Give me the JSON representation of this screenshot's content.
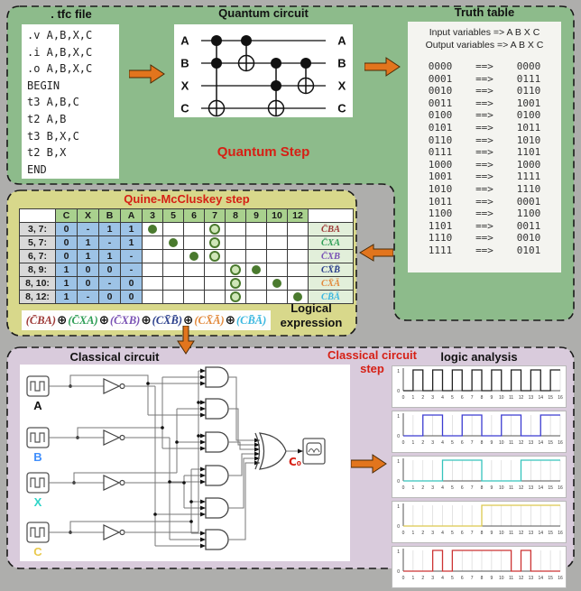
{
  "titles": {
    "tfc": ". tfc file",
    "quantum_circuit": "Quantum circuit",
    "truth_table": "Truth table",
    "quantum_step": "Quantum Step",
    "qm_step": "Quine-McCluskey step",
    "logical_expression_line1": "Logical",
    "logical_expression_line2": "expression",
    "classical_circuit": "Classical circuit",
    "classical_step_line1": "Classical circuit",
    "classical_step_line2": "step",
    "logic_analysis": "logic analysis"
  },
  "tfc_lines": [
    ".v A,B,X,C",
    ".i A,B,X,C",
    ".o A,B,X,C",
    "BEGIN",
    "t3 A,B,C",
    "t2 A,B",
    "t3 B,X,C",
    "t2 B,X",
    "END"
  ],
  "quantum_circuit": {
    "wires": [
      "A",
      "B",
      "X",
      "C"
    ],
    "gates": [
      {
        "controls": [
          0,
          1
        ],
        "target": 3
      },
      {
        "controls": [
          0
        ],
        "target": 1
      },
      {
        "controls": [
          1,
          2
        ],
        "target": 3
      },
      {
        "controls": [
          1
        ],
        "target": 2
      }
    ]
  },
  "truth_table": {
    "input_header": "Input variables => A B X C",
    "output_header": "Output variables => A B X C",
    "arrow": "==>",
    "rows": [
      [
        "0000",
        "0000"
      ],
      [
        "0001",
        "0111"
      ],
      [
        "0010",
        "0110"
      ],
      [
        "0011",
        "1001"
      ],
      [
        "0100",
        "0100"
      ],
      [
        "0101",
        "1011"
      ],
      [
        "0110",
        "1010"
      ],
      [
        "0111",
        "1101"
      ],
      [
        "1000",
        "1000"
      ],
      [
        "1001",
        "1111"
      ],
      [
        "1010",
        "1110"
      ],
      [
        "1011",
        "0001"
      ],
      [
        "1100",
        "1100"
      ],
      [
        "1101",
        "0011"
      ],
      [
        "1110",
        "0010"
      ],
      [
        "1111",
        "0101"
      ]
    ]
  },
  "qm_table": {
    "var_headers": [
      "C",
      "X",
      "B",
      "A"
    ],
    "minterm_headers": [
      "3",
      "5",
      "6",
      "7",
      "8",
      "9",
      "10",
      "12"
    ],
    "rows": [
      {
        "label": "3, 7:",
        "values": [
          "0",
          "-",
          "1",
          "1"
        ],
        "filled": [
          "3"
        ],
        "open": [
          "7"
        ],
        "expr": "C̄BA",
        "color": "#9e3a38"
      },
      {
        "label": "5, 7:",
        "values": [
          "0",
          "1",
          "-",
          "1"
        ],
        "filled": [
          "5"
        ],
        "open": [
          "7"
        ],
        "expr": "C̄XA",
        "color": "#2f9e57"
      },
      {
        "label": "6, 7:",
        "values": [
          "0",
          "1",
          "1",
          "-"
        ],
        "filled": [
          "6"
        ],
        "open": [
          "7"
        ],
        "expr": "C̄XB",
        "color": "#7a52b5"
      },
      {
        "label": "8, 9:",
        "values": [
          "1",
          "0",
          "0",
          "-"
        ],
        "filled": [
          "9"
        ],
        "open": [
          "8"
        ],
        "expr": "CX̄B̄",
        "color": "#2b3f8c"
      },
      {
        "label": "8, 10:",
        "values": [
          "1",
          "0",
          "-",
          "0"
        ],
        "filled": [
          "10"
        ],
        "open": [
          "8"
        ],
        "expr": "CX̄Ā",
        "color": "#e28a3d"
      },
      {
        "label": "8, 12:",
        "values": [
          "1",
          "-",
          "0",
          "0"
        ],
        "filled": [
          "12"
        ],
        "open": [
          "8"
        ],
        "expr": "CB̄Ā",
        "color": "#3bb8e0"
      }
    ]
  },
  "expression": {
    "operator": "⊕",
    "terms": [
      {
        "text": "(C̄BA)",
        "color": "#9e3a38"
      },
      {
        "text": "(C̄XA)",
        "color": "#2f9e57"
      },
      {
        "text": "(C̄XB)",
        "color": "#7a52b5"
      },
      {
        "text": "(CX̄B̄)",
        "color": "#2b3f8c"
      },
      {
        "text": "(CX̄Ā)",
        "color": "#e28a3d"
      },
      {
        "text": "(CB̄Ā)",
        "color": "#3bb8e0"
      }
    ]
  },
  "classical_inputs": [
    {
      "name": "A",
      "color": "#111111"
    },
    {
      "name": "B",
      "color": "#3f8efc"
    },
    {
      "name": "X",
      "color": "#2fd5c8"
    },
    {
      "name": "C",
      "color": "#e9c94d"
    }
  ],
  "classical_output_label": "C₀",
  "logic_analysis": {
    "xticks": [
      "0",
      "1",
      "2",
      "3",
      "4",
      "5",
      "6",
      "7",
      "8",
      "9",
      "10",
      "11",
      "12",
      "13",
      "14",
      "15",
      "16"
    ],
    "ylabels": [
      "1",
      "0"
    ],
    "signals": [
      {
        "name": "A",
        "color": "#222222",
        "bits": "0101010101010101"
      },
      {
        "name": "B",
        "color": "#3b3bd1",
        "bits": "0011001100110011"
      },
      {
        "name": "X",
        "color": "#35c4bc",
        "bits": "0000111100001111"
      },
      {
        "name": "C",
        "color": "#dcc84e",
        "bits": "0000000011111111"
      },
      {
        "name": "C0",
        "color": "#cc3333",
        "bits": "0001011111101000"
      }
    ]
  },
  "colors": {
    "quantum_region": "#8dbb8b",
    "qm_region": "#d8d88b",
    "classical_region": "#d9cbdc",
    "background": "#aeaeac",
    "arrow": "#e2751d",
    "red_title": "#d62015"
  }
}
